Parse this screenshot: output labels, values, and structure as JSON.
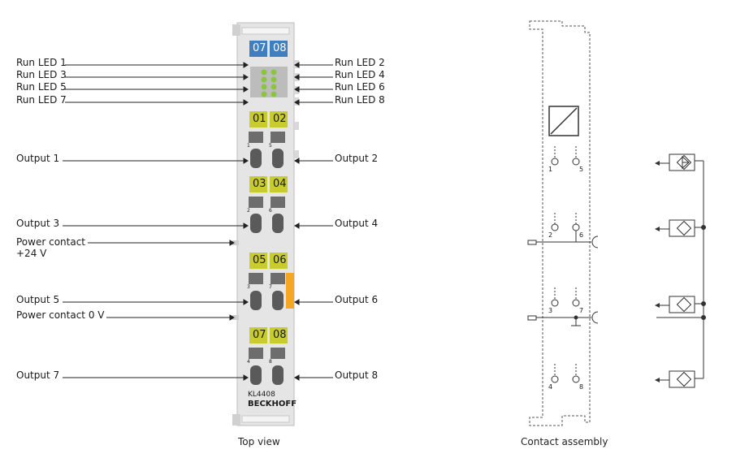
{
  "top_view": {
    "caption": "Top view",
    "left_labels": {
      "run_led_1": "Run LED 1",
      "run_led_3": "Run LED 3",
      "run_led_5": "Run LED 5",
      "run_led_7": "Run LED 7",
      "output_1": "Output 1",
      "output_3": "Output 3",
      "power_contact_24v_line1": "Power contact",
      "power_contact_24v_line2": "+24 V",
      "output_5": "Output 5",
      "power_contact_0v": "Power contact 0 V",
      "output_7": "Output 7"
    },
    "right_labels": {
      "run_led_2": "Run LED 2",
      "run_led_4": "Run LED 4",
      "run_led_6": "Run LED 6",
      "run_led_8": "Run LED 8",
      "output_2": "Output 2",
      "output_4": "Output 4",
      "output_6": "Output 6",
      "output_8": "Output 8"
    },
    "chips": {
      "top_a": "07",
      "top_b": "08",
      "g1_a": "01",
      "g1_b": "02",
      "g2_a": "03",
      "g2_b": "04",
      "g3_a": "05",
      "g3_b": "06",
      "g4_a": "07",
      "g4_b": "08"
    },
    "terminal_numbers": {
      "t1": "1",
      "t5": "5",
      "t2": "2",
      "t6": "6",
      "t3": "3",
      "t7": "7",
      "t4": "4",
      "t8": "8"
    },
    "model": "KL4408",
    "brand": "BECKHOFF"
  },
  "contact_assembly": {
    "caption": "Contact assembly",
    "pin_labels": {
      "p1": "1",
      "p5": "5",
      "p2": "2",
      "p6": "6",
      "p3": "3",
      "p7": "7",
      "p4": "4",
      "p8": "8"
    }
  },
  "colors": {
    "module_body": "#e3e3e3",
    "chip_blue": "#3f7fc1",
    "chip_yellow": "#c8cc2e",
    "led_green": "#8bc53f",
    "power_orange": "#f5a623"
  }
}
